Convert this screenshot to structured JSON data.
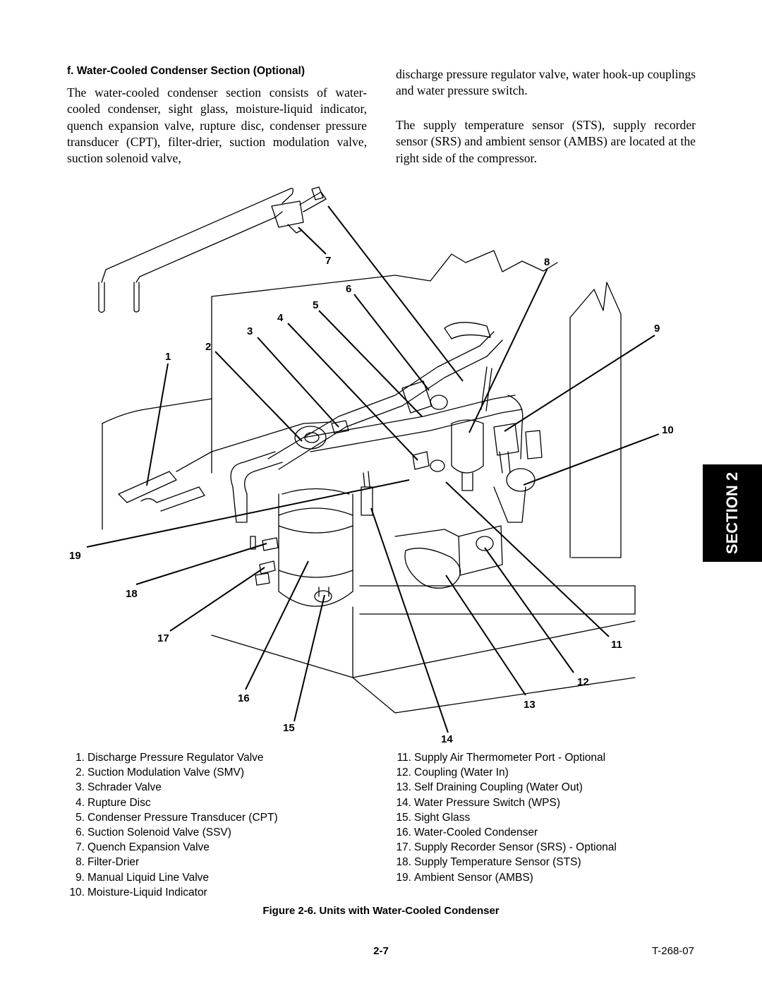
{
  "section": {
    "heading": "f. Water-Cooled Condenser Section (Optional)",
    "paragraph1": "The water-cooled condenser section consists of water-cooled condenser, sight glass, moisture-liquid indicator, quench expansion valve, rupture disc, condenser pressure transducer (CPT), filter-drier, suction modulation valve, suction solenoid valve,",
    "paragraph2": "discharge pressure regulator valve, water hook-up couplings and water pressure switch.",
    "paragraph3": "The supply temperature sensor (STS), supply recorder sensor (SRS) and ambient sensor (AMBS) are located at the right side of the compressor."
  },
  "side_tab": "SECTION 2",
  "figure": {
    "callouts": [
      "1",
      "2",
      "3",
      "4",
      "5",
      "6",
      "7",
      "8",
      "9",
      "10",
      "11",
      "12",
      "13",
      "14",
      "15",
      "16",
      "17",
      "18",
      "19"
    ],
    "caption": "Figure 2-6. Units with Water-Cooled Condenser"
  },
  "legend_left": [
    {
      "num": "1.",
      "label": "Discharge Pressure Regulator Valve"
    },
    {
      "num": "2.",
      "label": "Suction Modulation Valve (SMV)"
    },
    {
      "num": "3.",
      "label": "Schrader Valve"
    },
    {
      "num": "4.",
      "label": "Rupture Disc"
    },
    {
      "num": "5.",
      "label": "Condenser Pressure Transducer (CPT)"
    },
    {
      "num": "6.",
      "label": "Suction Solenoid Valve (SSV)"
    },
    {
      "num": "7.",
      "label": "Quench Expansion Valve"
    },
    {
      "num": "8.",
      "label": "Filter-Drier"
    },
    {
      "num": "9.",
      "label": "Manual Liquid Line Valve"
    },
    {
      "num": "10.",
      "label": "Moisture-Liquid Indicator"
    }
  ],
  "legend_right": [
    {
      "num": "11.",
      "label": "Supply Air Thermometer Port - Optional"
    },
    {
      "num": "12.",
      "label": "Coupling (Water In)"
    },
    {
      "num": "13.",
      "label": "Self Draining Coupling (Water Out)"
    },
    {
      "num": "14.",
      "label": "Water Pressure Switch (WPS)"
    },
    {
      "num": "15.",
      "label": "Sight Glass"
    },
    {
      "num": "16.",
      "label": "Water-Cooled Condenser"
    },
    {
      "num": "17.",
      "label": "Supply Recorder Sensor (SRS) - Optional"
    },
    {
      "num": "18.",
      "label": "Supply Temperature Sensor (STS)"
    },
    {
      "num": "19.",
      "label": "Ambient Sensor (AMBS)"
    }
  ],
  "footer": {
    "page_number": "2-7",
    "doc_number": "T-268-07"
  }
}
